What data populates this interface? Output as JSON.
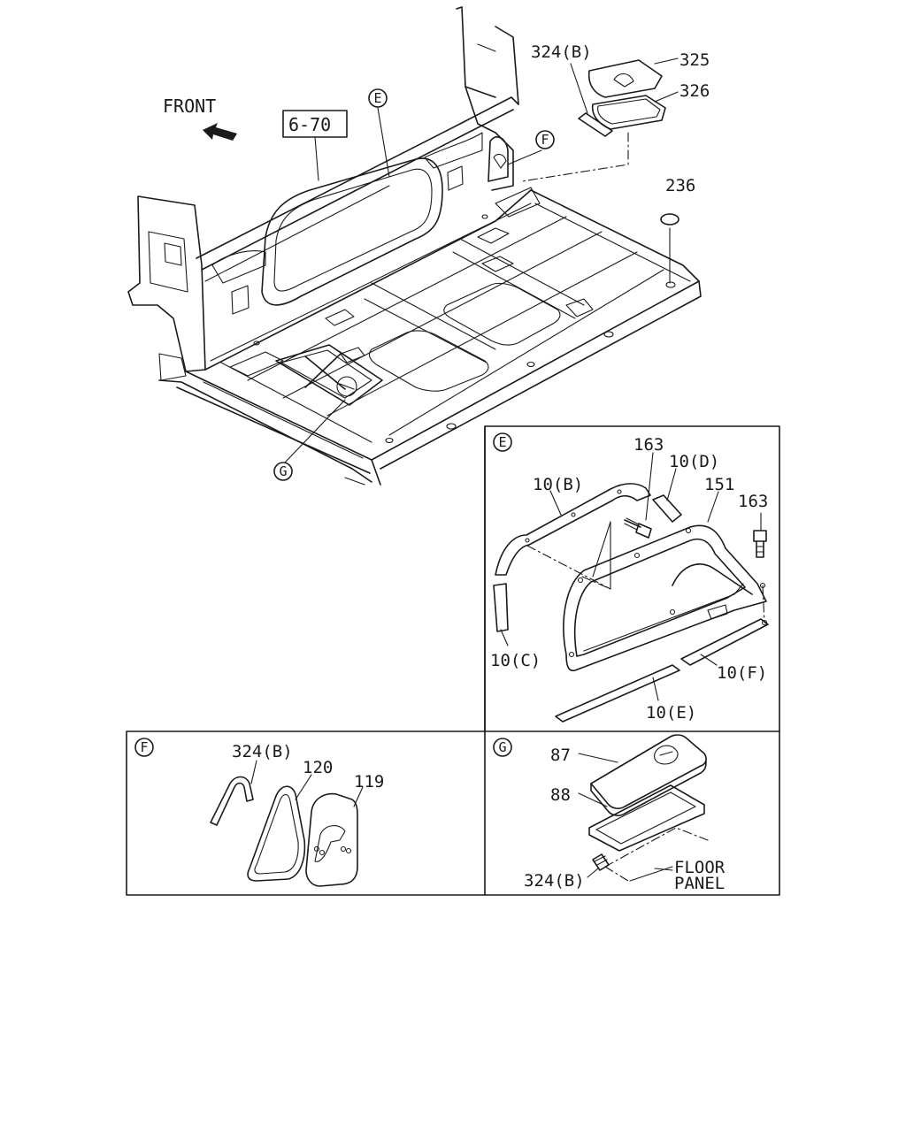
{
  "main": {
    "front_label": "FRONT",
    "ref_box": "6-70",
    "callouts": {
      "e": "E",
      "f": "F",
      "g": "G"
    },
    "labels": {
      "p324b_top": "324(B)",
      "p325": "325",
      "p326": "326",
      "p236": "236"
    }
  },
  "detail_e": {
    "tag": "E",
    "labels": {
      "p163_a": "163",
      "p10d": "10(D)",
      "p10b": "10(B)",
      "p151": "151",
      "p163_b": "163",
      "p10c": "10(C)",
      "p10f": "10(F)",
      "p10e": "10(E)"
    }
  },
  "detail_f": {
    "tag": "F",
    "labels": {
      "p324b": "324(B)",
      "p120": "120",
      "p119": "119"
    }
  },
  "detail_g": {
    "tag": "G",
    "labels": {
      "p87": "87",
      "p88": "88",
      "p324b": "324(B)",
      "floor_1": "FLOOR",
      "floor_2": "PANEL"
    }
  }
}
